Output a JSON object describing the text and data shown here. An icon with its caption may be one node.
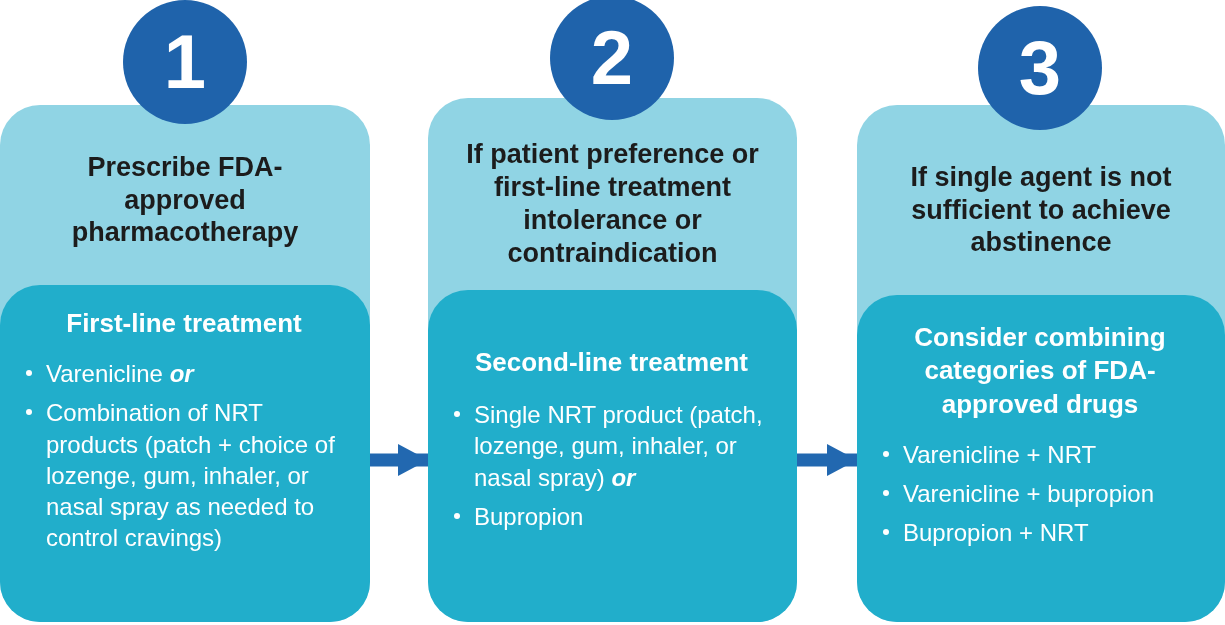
{
  "diagram": {
    "nodes": [
      {
        "text": [
          "1"
        ]
      },
      {
        "text": [
          "Prescribe FDA-approved pharmacotherapy"
        ]
      },
      {
        "text": [
          "First-line treatment",
          "Varenicline **or**",
          "Combination of NRT products (patch + choice of lozenge, gum, inhaler, or nasal spray as needed to control cravings)"
        ]
      },
      {
        "text": [
          "2"
        ]
      },
      {
        "text": [
          "If patient preference or first-line treatment intolerance or contraindication"
        ]
      },
      {
        "text": [
          "Second-line treatment",
          "Single NRT product (patch, lozenge, gum, inhaler, or nasal spray) **or**",
          "Bupropion"
        ]
      },
      {
        "text": [
          "3"
        ]
      },
      {
        "text": [
          "If single agent is not sufficient to achieve abstinence"
        ]
      },
      {
        "text": [
          "Consider combining categories of FDA-approved drugs",
          "Varenicline + NRT",
          "Varenicline + bupropion",
          "Bupropion + NRT"
        ]
      }
    ],
    "edges": [
      {
        "from": 2,
        "to": 5,
        "arrow": "to"
      },
      {
        "from": 5,
        "to": 8,
        "arrow": "to"
      }
    ]
  }
}
